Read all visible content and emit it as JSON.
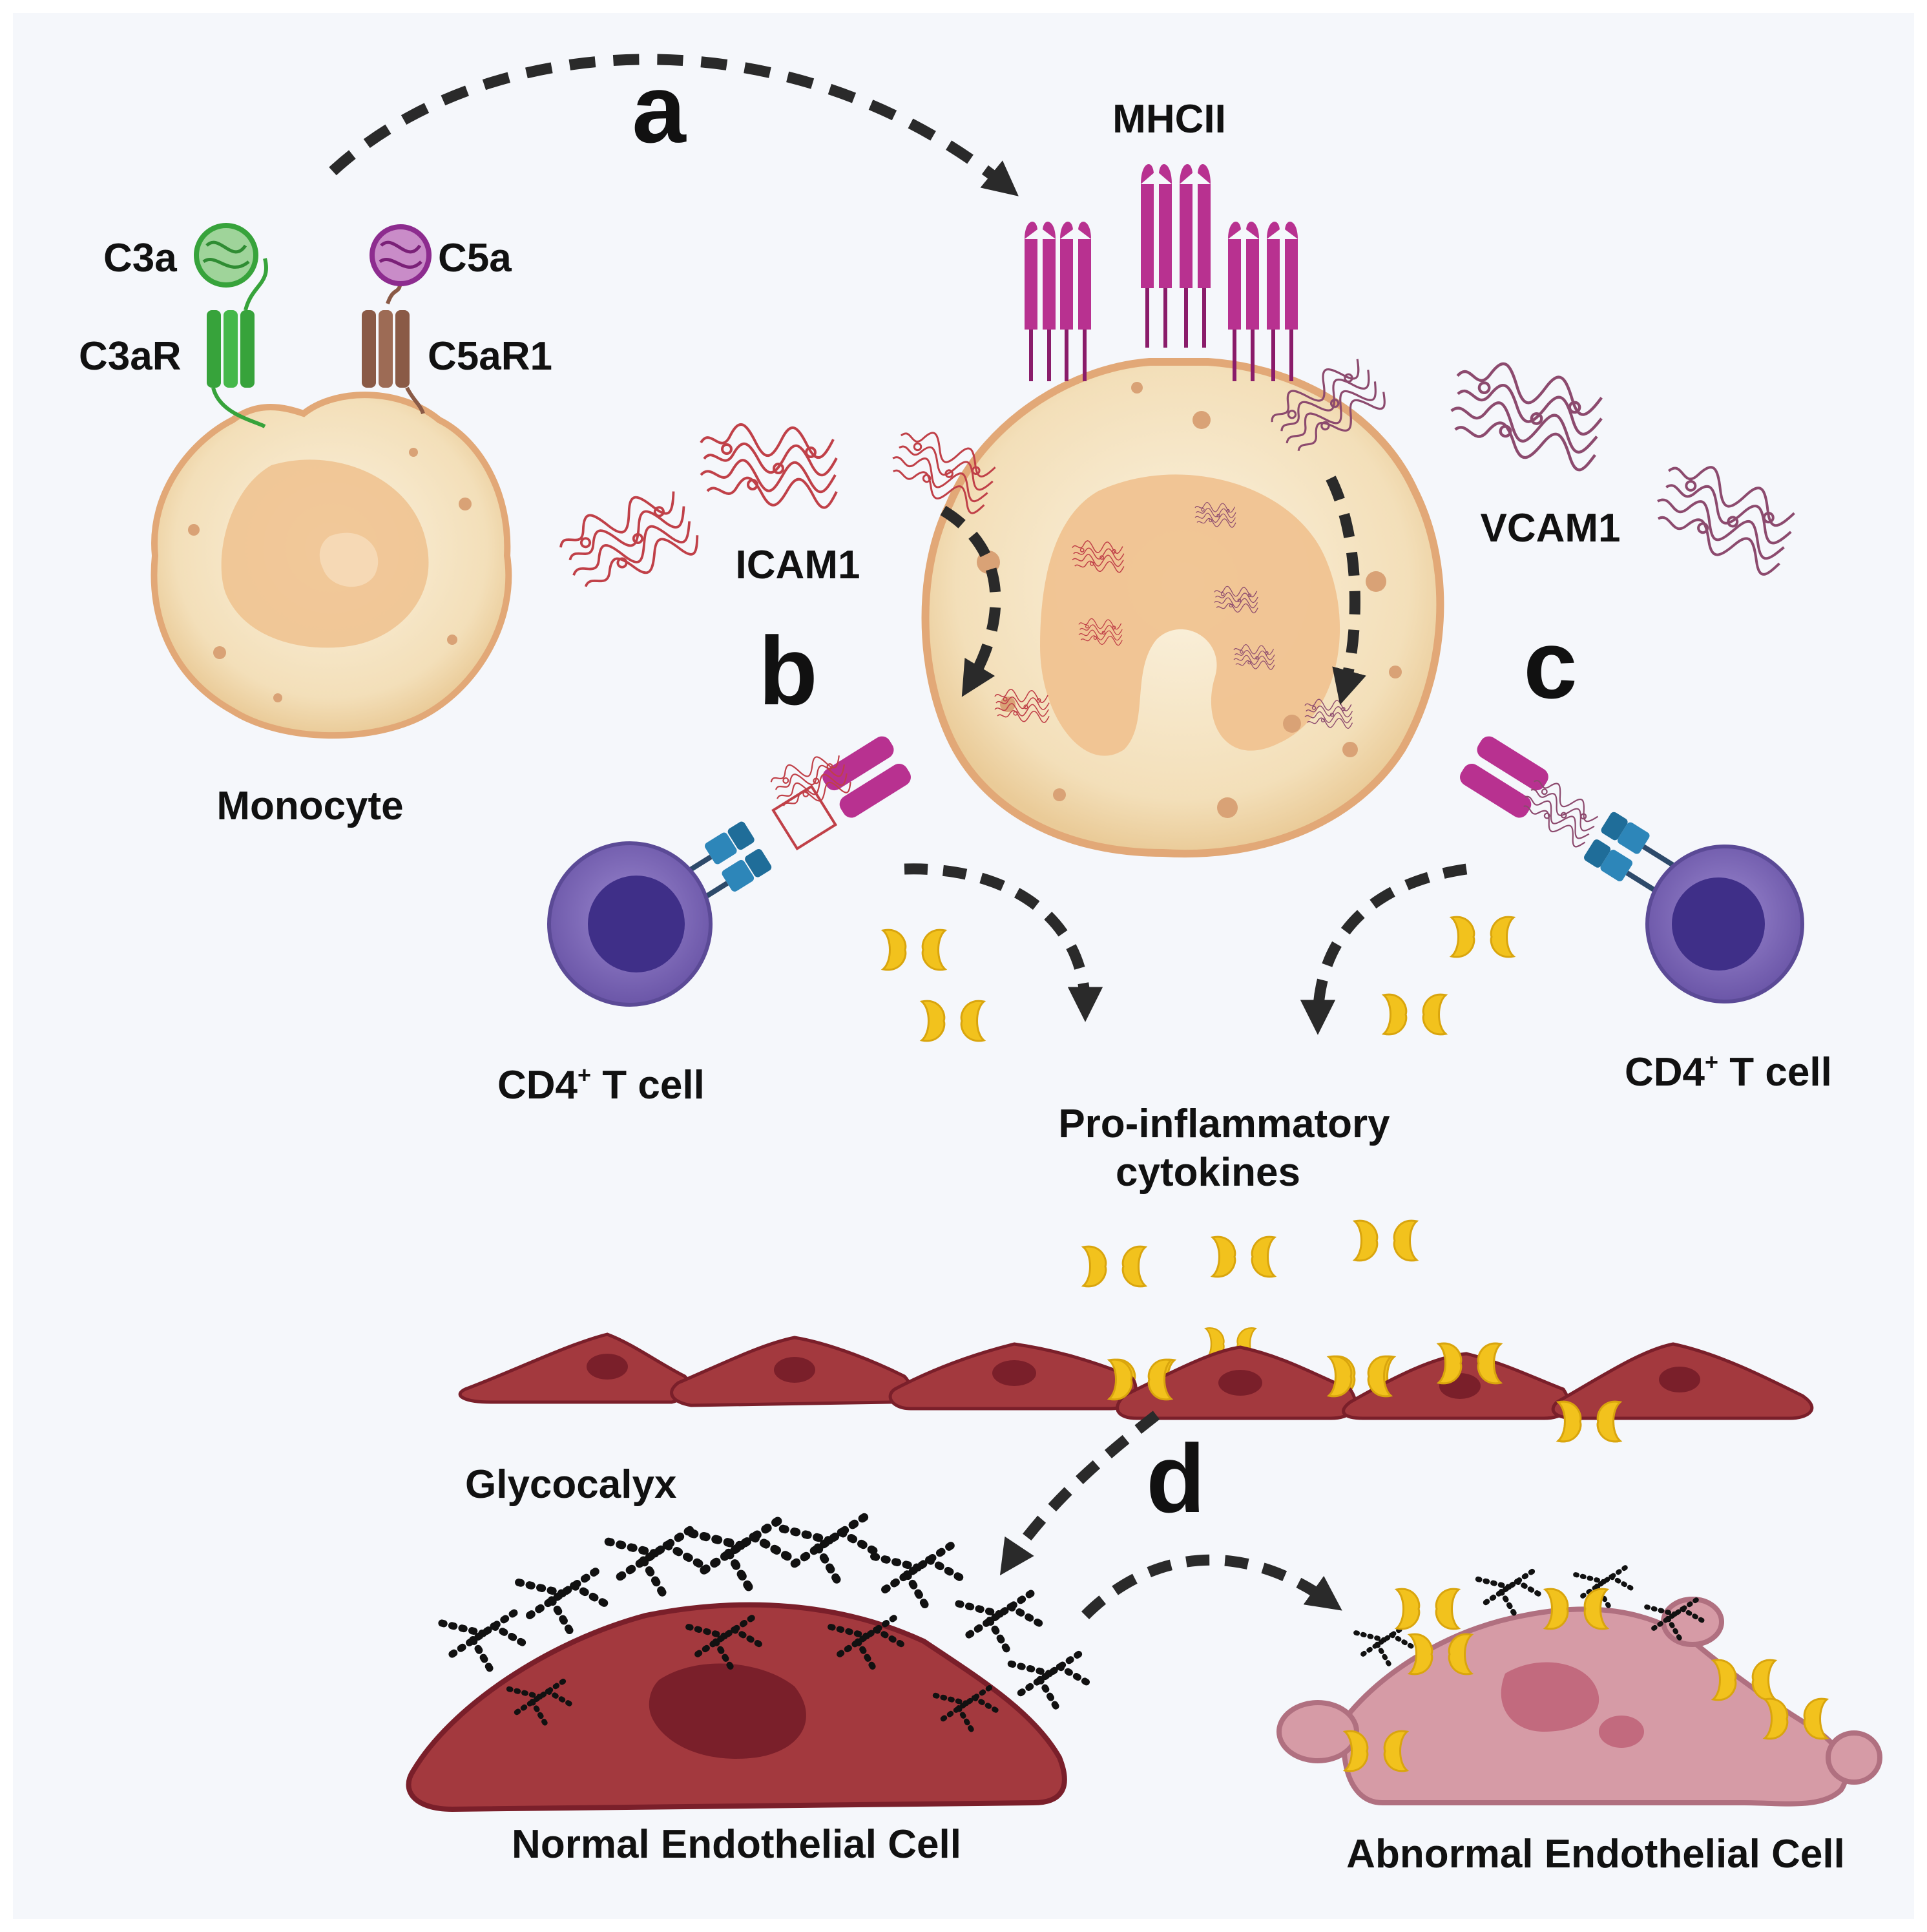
{
  "labels": {
    "panel_a": "a",
    "panel_b": "b",
    "panel_c": "c",
    "panel_d": "d",
    "mhcii": "MHCII",
    "c3a": "C3a",
    "c5a": "C5a",
    "c3ar": "C3aR",
    "c5ar1": "C5aR1",
    "icam1": "ICAM1",
    "vcam1": "VCAM1",
    "monocyte": "Monocyte",
    "cd4_left_pre": "CD4",
    "cd4_left_sup": "+",
    "cd4_left_post": " T cell",
    "cd4_right_pre": "CD4",
    "cd4_right_sup": "+",
    "cd4_right_post": " T cell",
    "cytokines_line1": "Pro-inflammatory",
    "cytokines_line2": "cytokines",
    "glycocalyx": "Glycocalyx",
    "normal_cell": "Normal Endothelial Cell",
    "abnormal_cell": "Abnormal Endothelial Cell"
  },
  "colors": {
    "background": "#f5f7fb",
    "cell_body": "#f3dfb9",
    "cell_border": "#e8b987",
    "nucleus": "#f0c391",
    "mhc": "#b83190",
    "tcell_outer": "#7f69b8",
    "tcell_inner": "#3f2f88",
    "tcr": "#2d86b9",
    "c3a_green": "#37a33b",
    "c5a_purple": "#8d2c8f",
    "c5ar_brown": "#8a5a46",
    "icam_red": "#c04048",
    "vcam_mauve": "#8c4a6e",
    "cytokine": "#f2c21d",
    "endothelial": "#a3393e",
    "endothelial_nucleus": "#7a1f2a",
    "abnormal": "#d69ba6",
    "abnormal_nucleus": "#c26a7e",
    "arrow": "#2a2a2a"
  },
  "icons": [
    "receptor-icon",
    "ligand-icon",
    "cytokine-icon",
    "arrow-icon",
    "cell-icon"
  ]
}
